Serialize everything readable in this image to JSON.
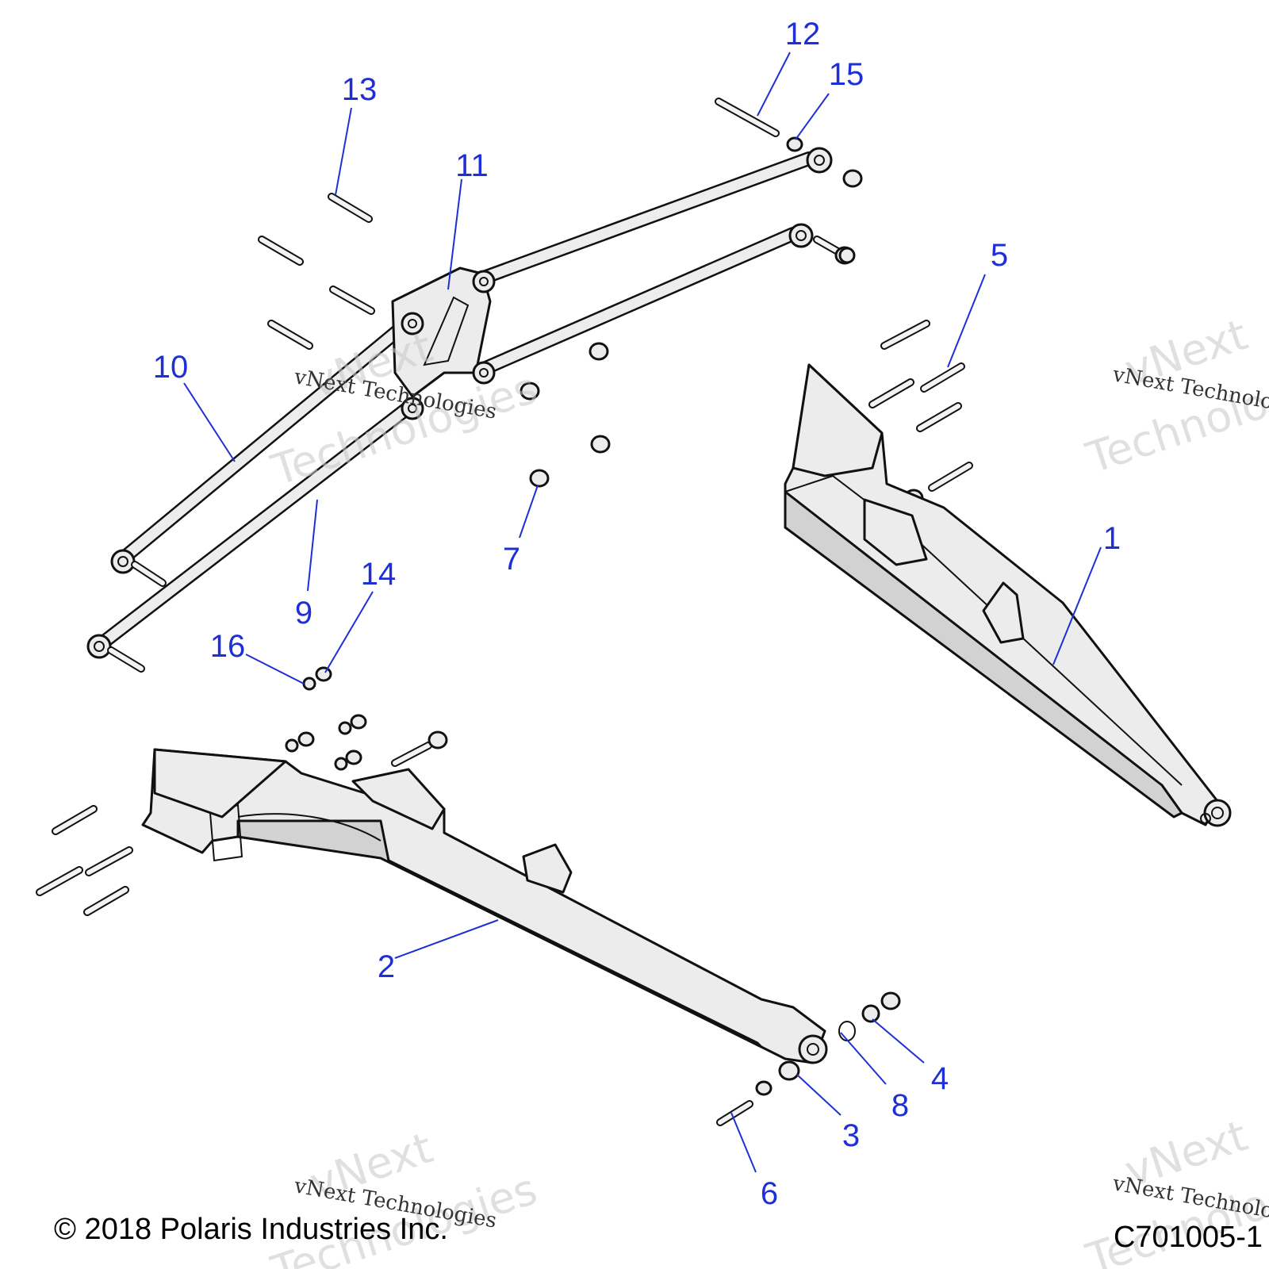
{
  "callouts": {
    "c1": "1",
    "c2": "2",
    "c3": "3",
    "c4": "4",
    "c5": "5",
    "c6": "6",
    "c7": "7",
    "c8": "8",
    "c9": "9",
    "c10": "10",
    "c11": "11",
    "c12": "12",
    "c13": "13",
    "c14": "14",
    "c15": "15",
    "c16": "16"
  },
  "watermark": {
    "brand": "vNext",
    "word": "Technologies",
    "full": "vNext Technologies"
  },
  "footer": {
    "copyright": "© 2018 Polaris Industries Inc.",
    "diagram_id": "C701005-1"
  },
  "colors": {
    "callout": "#1f2fd6",
    "line_art": "#111111"
  }
}
